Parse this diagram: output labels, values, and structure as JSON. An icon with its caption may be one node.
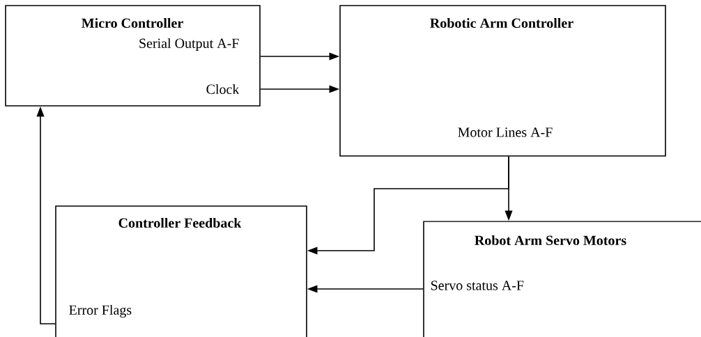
{
  "diagram": {
    "nodes": [
      {
        "text": [
          "Micro Controller",
          "Serial Output A-F",
          "Clock"
        ]
      },
      {
        "text": [
          "Robotic Arm Controller",
          "Motor Lines A-F"
        ]
      },
      {
        "text": [
          "Controller Feedback",
          "Error Flags"
        ]
      },
      {
        "text": [
          "Robot Arm Servo Motors",
          "Servo status A-F"
        ]
      }
    ],
    "edges": [
      {
        "from": 0,
        "to": 1,
        "arrow": "to"
      },
      {
        "from": 0,
        "to": 1,
        "arrow": "to"
      },
      {
        "from": 1,
        "to": 3,
        "arrow": "to"
      },
      {
        "from": 1,
        "to": 2,
        "arrow": "to"
      },
      {
        "from": 3,
        "to": 2,
        "arrow": "to"
      },
      {
        "from": 2,
        "to": 0,
        "arrow": "to"
      }
    ]
  }
}
